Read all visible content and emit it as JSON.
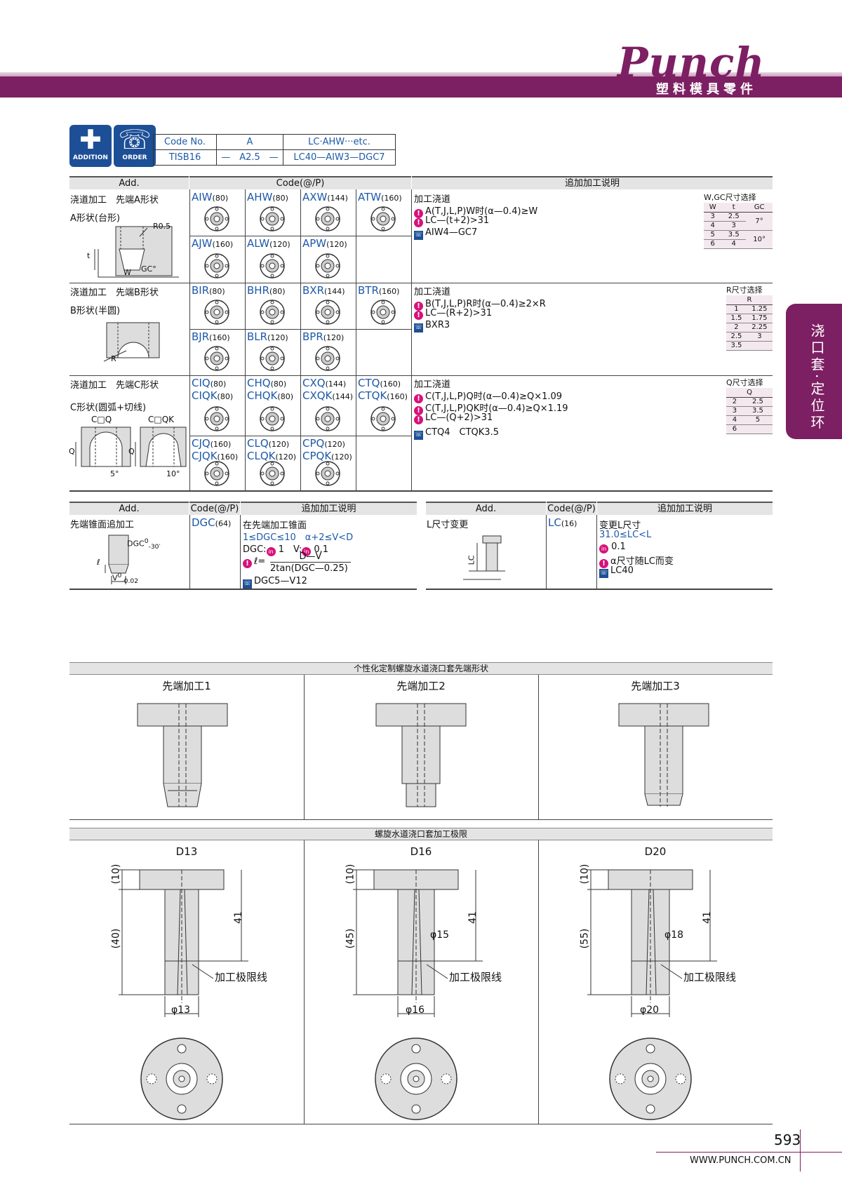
{
  "brand": {
    "logo": "Punch",
    "subtitle": "塑料模具零件"
  },
  "side_tab": "浇口套·定位环",
  "icons": {
    "addition": "ADDITION",
    "order": "ORDER"
  },
  "order_code": {
    "headers": [
      "Code No.",
      "A",
      "LC·AHW···etc."
    ],
    "example": [
      "TISB16",
      "—",
      "A2.5",
      "—",
      "LC40—AIW3—DGC7"
    ]
  },
  "main_table": {
    "headers": [
      "Add.",
      "Code(@/P)",
      "追加加工说明"
    ],
    "rows": [
      {
        "title": "浇道加工　先端A形状",
        "subtitle": "A形状(台形)",
        "labels": [
          "R0.5",
          "W",
          "GC°",
          "t"
        ],
        "codes": [
          [
            "AIW",
            "(80)"
          ],
          [
            "AHW",
            "(80)"
          ],
          [
            "AXW",
            "(144)"
          ],
          [
            "ATW",
            "(160)"
          ],
          [
            "AJW",
            "(160)"
          ],
          [
            "ALW",
            "(120)"
          ],
          [
            "APW",
            "(120)"
          ]
        ],
        "desc": [
          "加工浇道",
          "A(T,J,L,P)W时(α—0.4)≥W",
          "LC—(t+2)>31",
          "AIW4—GC7"
        ],
        "sel_title": "W,GC尺寸选择",
        "sel_head": [
          "W",
          "t",
          "GC"
        ],
        "sel_rows": [
          [
            "3",
            "2.5",
            ""
          ],
          [
            "4",
            "3",
            "7°"
          ],
          [
            "5",
            "3.5",
            ""
          ],
          [
            "6",
            "4",
            "10°"
          ]
        ]
      },
      {
        "title": "浇道加工　先端B形状",
        "subtitle": "B形状(半圆)",
        "labels": [
          "R"
        ],
        "codes": [
          [
            "BIR",
            "(80)"
          ],
          [
            "BHR",
            "(80)"
          ],
          [
            "BXR",
            "(144)"
          ],
          [
            "BTR",
            "(160)"
          ],
          [
            "BJR",
            "(160)"
          ],
          [
            "BLR",
            "(120)"
          ],
          [
            "BPR",
            "(120)"
          ]
        ],
        "desc": [
          "加工浇道",
          "B(T,J,L,P)R时(α—0.4)≥2×R",
          "LC—(R+2)>31",
          "BXR3"
        ],
        "sel_title": "R尺寸选择",
        "sel_head": [
          "R",
          ""
        ],
        "sel_rows": [
          [
            "1",
            "1.25"
          ],
          [
            "1.5",
            "1.75"
          ],
          [
            "2",
            "2.25"
          ],
          [
            "2.5",
            "3"
          ],
          [
            "3.5",
            ""
          ]
        ]
      },
      {
        "title": "浇道加工　先端C形状",
        "subtitle": "C形状(圆弧+切线)",
        "labels": [
          "C□Q",
          "C□QK",
          "Q",
          "Q",
          "5°",
          "10°"
        ],
        "codes": [
          [
            "CIQ",
            "(80)",
            "CIQK",
            "(80)"
          ],
          [
            "CHQ",
            "(80)",
            "CHQK",
            "(80)"
          ],
          [
            "CXQ",
            "(144)",
            "CXQK",
            "(144)"
          ],
          [
            "CTQ",
            "(160)",
            "CTQK",
            "(160)"
          ],
          [
            "CJQ",
            "(160)",
            "CJQK",
            "(160)"
          ],
          [
            "CLQ",
            "(120)",
            "CLQK",
            "(120)"
          ],
          [
            "CPQ",
            "(120)",
            "CPQK",
            "(120)"
          ]
        ],
        "desc": [
          "加工浇道",
          "C(T,J,L,P)Q时(α—0.4)≥Q×1.09",
          "C(T,J,L,P)QK时(α—0.4)≥Q×1.19",
          "LC—(Q+2)>31",
          "CTQ4　CTQK3.5"
        ],
        "sel_title": "Q尺寸选择",
        "sel_head": [
          "Q",
          ""
        ],
        "sel_rows": [
          [
            "2",
            "2.5"
          ],
          [
            "3",
            "3.5"
          ],
          [
            "4",
            "5"
          ],
          [
            "6",
            ""
          ]
        ]
      }
    ]
  },
  "bottom_left": {
    "headers": [
      "Add.",
      "Code(@/P)",
      "追加加工说明"
    ],
    "title": "先端锥面追加工",
    "labels": [
      "DGC",
      "0",
      "-30′",
      "ℓ",
      "V",
      "0",
      "-0.02"
    ],
    "code": [
      "DGC",
      "(64)"
    ],
    "desc": [
      "在先端加工锥面",
      "1≤DGC≤10　α+2≤V<D",
      "DGC:",
      "1",
      "V:",
      "0.1",
      "ℓ=",
      "D—V",
      "2tan(DGC—0.25)",
      "DGC5—V12"
    ],
    "in": "in"
  },
  "bottom_right": {
    "headers": [
      "Add.",
      "Code(@/P)",
      "追加加工说明"
    ],
    "title": "L尺寸变更",
    "labels": [
      "LC"
    ],
    "code": [
      "LC",
      "(16)"
    ],
    "desc": [
      "变更L尺寸",
      "31.0≤LC<L",
      "0.1",
      "α尺寸随LC而变",
      "LC40"
    ]
  },
  "tips_section": {
    "title": "个性化定制螺旋水道浇口套先端形状",
    "items": [
      "先端加工1",
      "先端加工2",
      "先端加工3"
    ]
  },
  "limit_section": {
    "title": "螺旋水道浇口套加工极限",
    "items": [
      {
        "name": "D13",
        "dims": [
          "(10)",
          "(40)",
          "41",
          "φ13"
        ],
        "line": "加工极限线"
      },
      {
        "name": "D16",
        "dims": [
          "(10)",
          "(45)",
          "41",
          "φ15",
          "φ16"
        ],
        "line": "加工极限线"
      },
      {
        "name": "D20",
        "dims": [
          "(10)",
          "(55)",
          "41",
          "φ18",
          "φ20"
        ],
        "line": "加工极限线"
      }
    ]
  },
  "footer": {
    "page": "593",
    "url": "WWW.PUNCH.COM.CN"
  }
}
